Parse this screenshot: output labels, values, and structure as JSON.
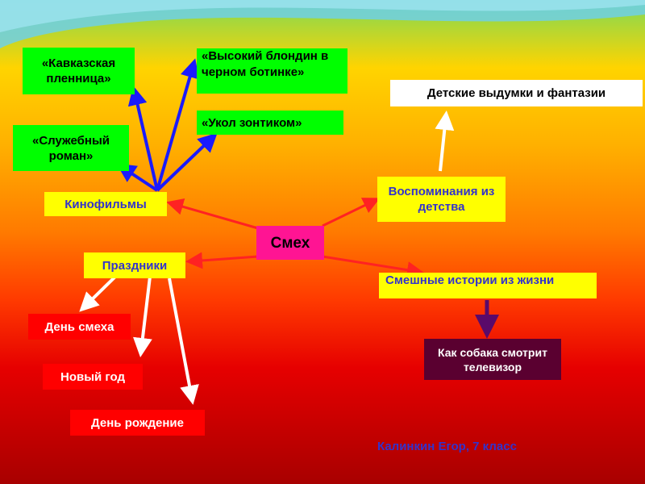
{
  "diagram": {
    "center": "Смех",
    "movies": {
      "label": "Кинофильмы",
      "items": [
        "«Кавказская пленница»",
        "«Служебный роман»",
        "«Высокий блондин в черном ботинке»",
        "«Укол зонтиком»"
      ]
    },
    "holidays": {
      "label": "Праздники",
      "items": [
        "День смеха",
        "Новый год",
        "День рождение"
      ]
    },
    "memories": {
      "label": "Воспоминания из детства",
      "child": "Детские выдумки и фантазии"
    },
    "stories": {
      "label": "Смешные истории из жизни",
      "child": "Как собака смотрит телевизор"
    },
    "author": "Калинкин Егор, 7 класс"
  },
  "colors": {
    "arrow_red": "#ff2222",
    "arrow_blue": "#1a1aff",
    "arrow_white": "#ffffff",
    "arrow_purple": "#5a0a6a"
  }
}
